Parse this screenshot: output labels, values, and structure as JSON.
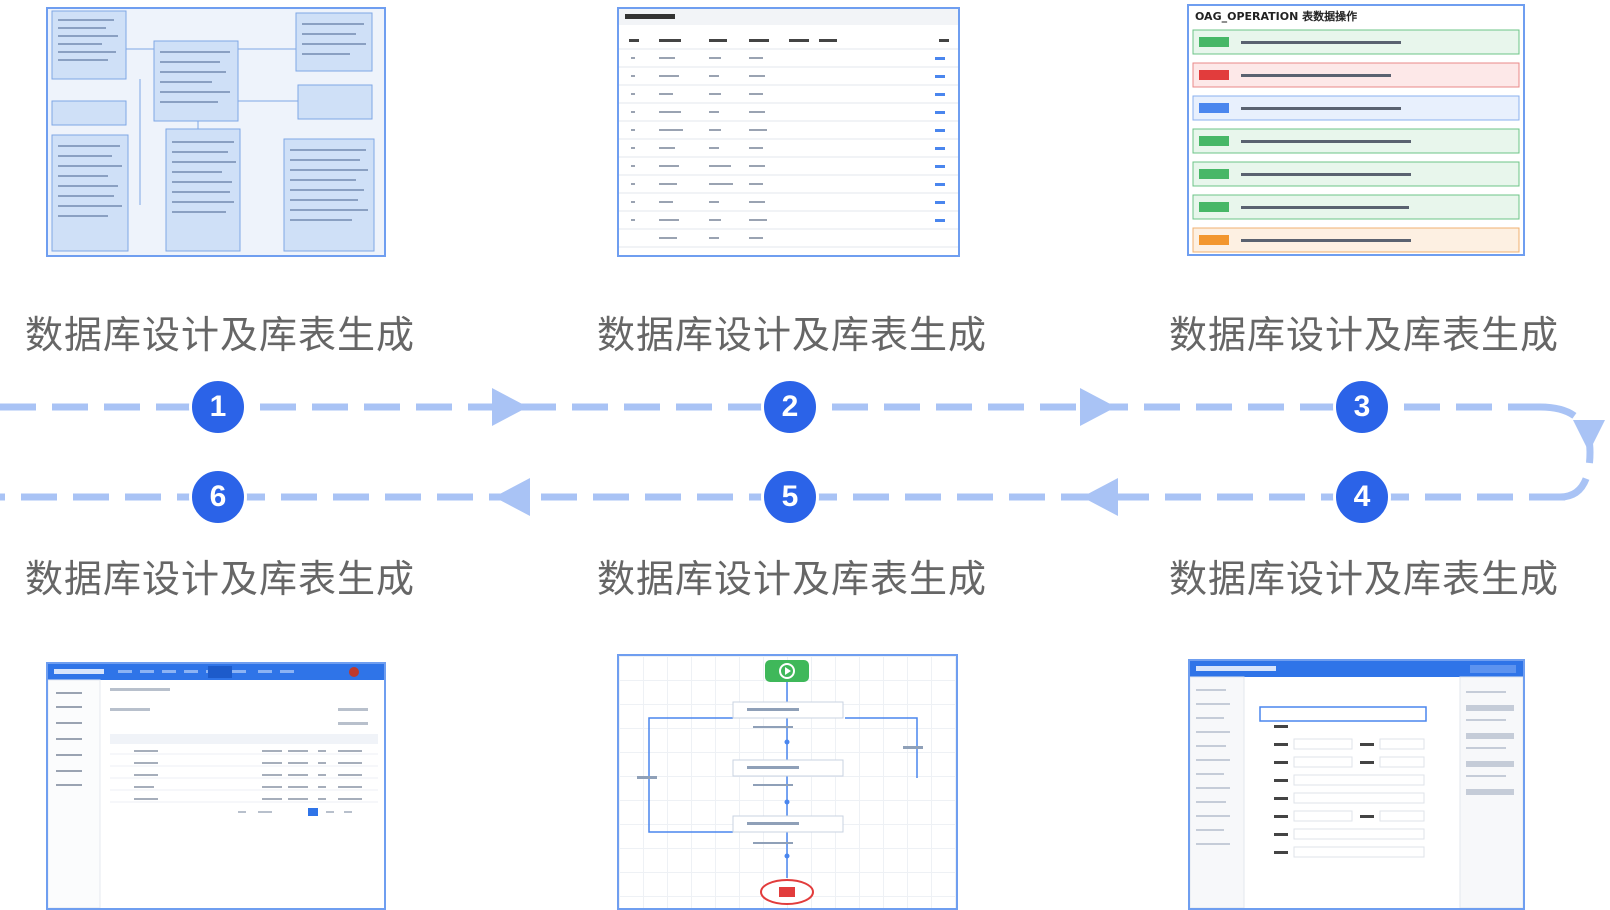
{
  "colors": {
    "accent": "#2b63e8",
    "dash": "#a9c3f5",
    "label": "#666666",
    "frame": "#6f9ef0"
  },
  "steps": [
    {
      "number": "1",
      "label": "数据库设计及库表生成"
    },
    {
      "number": "2",
      "label": "数据库设计及库表生成"
    },
    {
      "number": "3",
      "label": "数据库设计及库表生成"
    },
    {
      "number": "4",
      "label": "数据库设计及库表生成"
    },
    {
      "number": "5",
      "label": "数据库设计及库表生成"
    },
    {
      "number": "6",
      "label": "数据库设计及库表生成"
    }
  ],
  "thumb3": {
    "title": "OAG_OPERATION 表数据操作"
  }
}
